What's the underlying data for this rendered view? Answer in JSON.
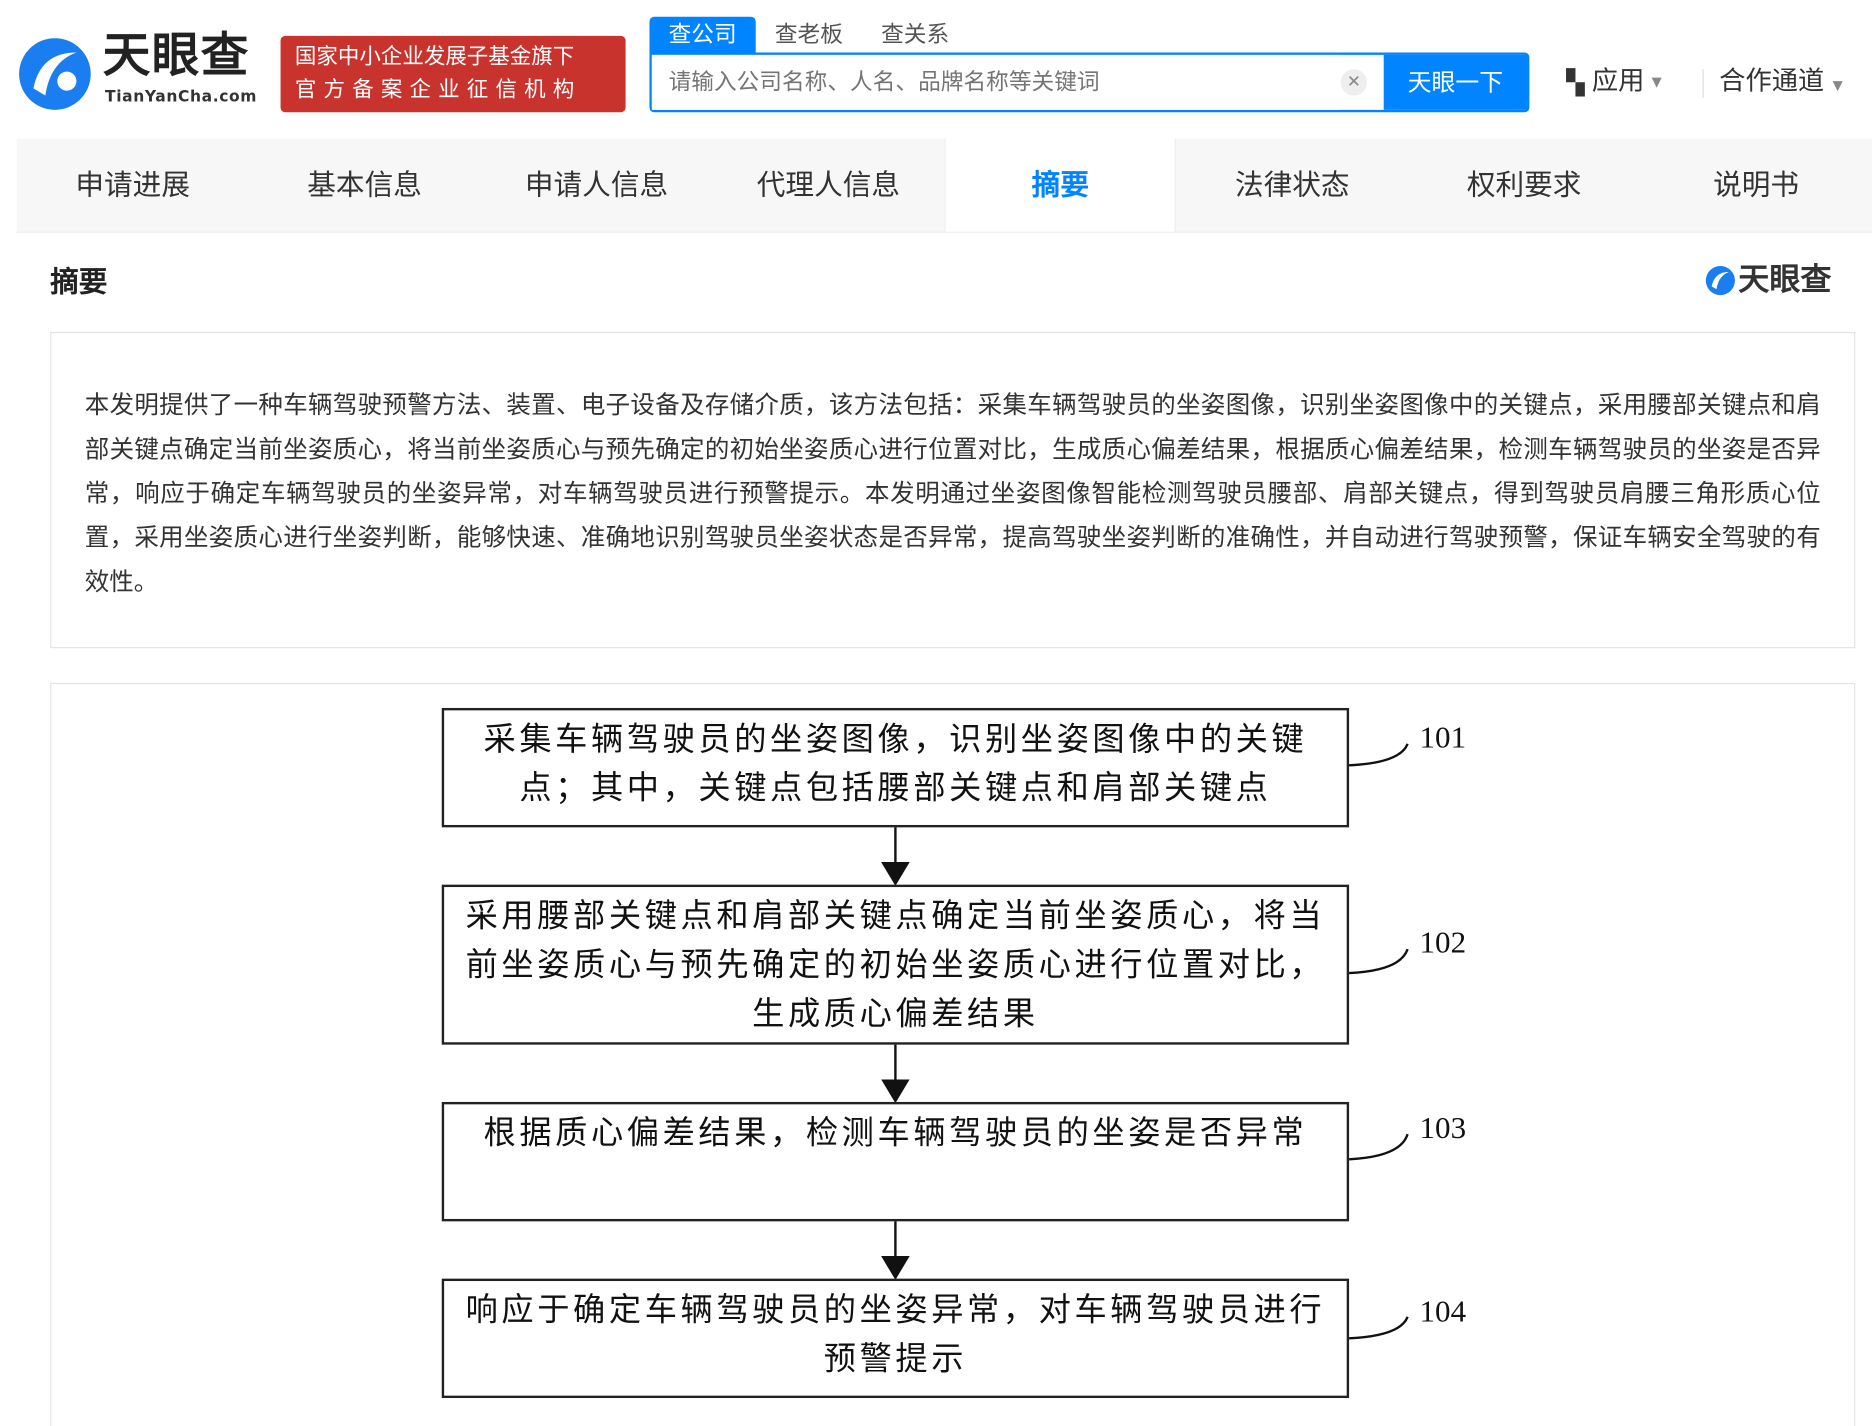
{
  "header": {
    "logo_text": "天眼查",
    "logo_domain": "TianYanCha.com",
    "badge_line1": "国家中小企业发展子基金旗下",
    "badge_line2": "官方备案企业征信机构",
    "search_tabs": [
      "查公司",
      "查老板",
      "查关系"
    ],
    "search_placeholder": "请输入公司名称、人名、品牌名称等关键词",
    "search_button": "天眼一下",
    "apps": "应用",
    "cooperation": "合作通道"
  },
  "nav": [
    "申请进展",
    "基本信息",
    "申请人信息",
    "代理人信息",
    "摘要",
    "法律状态",
    "权利要求",
    "说明书"
  ],
  "section": {
    "title": "摘要",
    "watermark": "天眼查",
    "abstract": "本发明提供了一种车辆驾驶预警方法、装置、电子设备及存储介质，该方法包括：采集车辆驾驶员的坐姿图像，识别坐姿图像中的关键点，采用腰部关键点和肩部关键点确定当前坐姿质心，将当前坐姿质心与预先确定的初始坐姿质心进行位置对比，生成质心偏差结果，根据质心偏差结果，检测车辆驾驶员的坐姿是否异常，响应于确定车辆驾驶员的坐姿异常，对车辆驾驶员进行预警提示。本发明通过坐姿图像智能检测驾驶员腰部、肩部关键点，得到驾驶员肩腰三角形质心位置，采用坐姿质心进行坐姿判断，能够快速、准确地识别驾驶员坐姿状态是否异常，提高驾驶坐姿判断的准确性，并自动进行驾驶预警，保证车辆安全驾驶的有效性。"
  },
  "flowchart": [
    {
      "label": "101",
      "text": "采集车辆驾驶员的坐姿图像，识别坐姿图像中的关键点；其中，关键点包括腰部关键点和肩部关键点"
    },
    {
      "label": "102",
      "text": "采用腰部关键点和肩部关键点确定当前坐姿质心，将当前坐姿质心与预先确定的初始坐姿质心进行位置对比，生成质心偏差结果"
    },
    {
      "label": "103",
      "text": "根据质心偏差结果，检测车辆驾驶员的坐姿是否异常"
    },
    {
      "label": "104",
      "text": "响应于确定车辆驾驶员的坐姿异常，对车辆驾驶员进行预警提示"
    }
  ]
}
